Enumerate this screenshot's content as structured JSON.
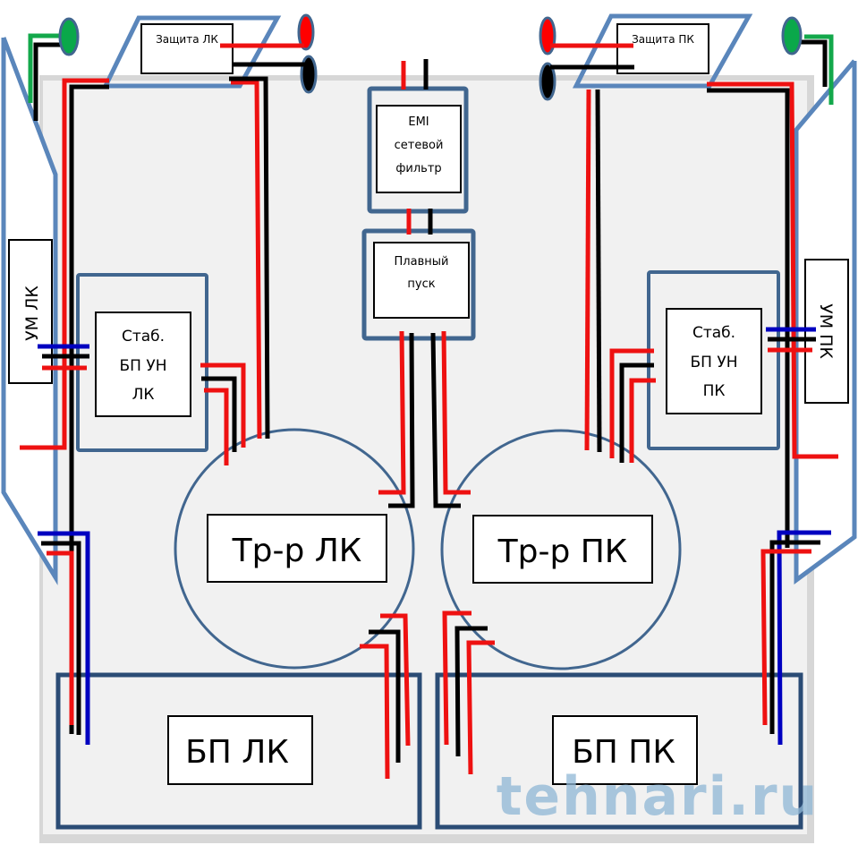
{
  "diagram": {
    "title": "Wiring layout of a two-channel amplifier",
    "colors": {
      "case_fill": "#f1f1f1",
      "case_shadow": "#d7d7d7",
      "module_border": "#41668f",
      "heatsink_border": "#5a86bb",
      "wire_red": "#ee1111",
      "wire_black": "#000000",
      "wire_blue": "#0000c0",
      "wire_green": "#13a84b",
      "terminal_red": "#ff0000",
      "terminal_black": "#000000",
      "terminal_green": "#0aa84a"
    },
    "blocks": {
      "protection_left": "Защита ЛК",
      "protection_right": "Защита ПК",
      "emi_filter": [
        "EMI",
        "сетевой",
        "фильтр"
      ],
      "soft_start": [
        "Плавный",
        "пуск"
      ],
      "preamp_psu_left": [
        "Стаб.",
        "БП УН",
        "ЛК"
      ],
      "preamp_psu_right": [
        "Стаб.",
        "БП УН",
        "ПК"
      ],
      "amp_left": "УМ ЛК",
      "amp_right": "УМ ПК",
      "transformer_left": "Тр-р ЛК",
      "transformer_right": "Тр-р ПК",
      "psu_left": "БП ЛК",
      "psu_right": "БП ПК"
    },
    "terminals": [
      {
        "name": "left-ground-terminal",
        "color": "green"
      },
      {
        "name": "left-speaker-plus-terminal",
        "color": "red"
      },
      {
        "name": "left-speaker-minus-terminal",
        "color": "black"
      },
      {
        "name": "right-speaker-plus-terminal",
        "color": "red"
      },
      {
        "name": "right-speaker-minus-terminal",
        "color": "black"
      },
      {
        "name": "right-ground-terminal",
        "color": "green"
      }
    ],
    "watermark": "tehnari.ru"
  }
}
